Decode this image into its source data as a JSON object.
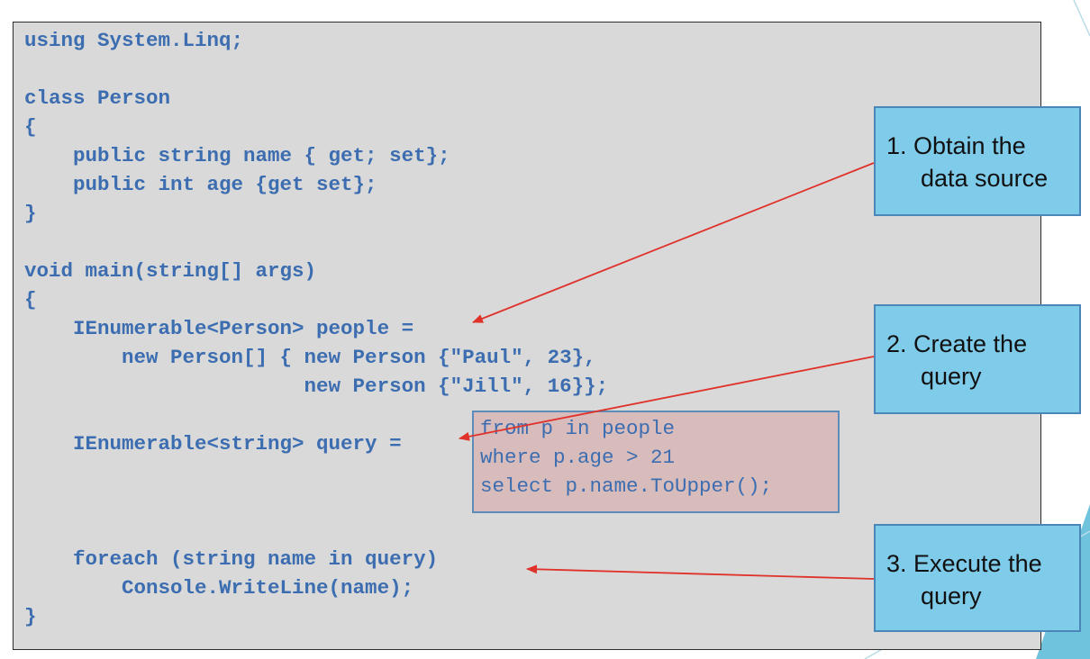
{
  "code": {
    "lines": [
      "using System.Linq;",
      "",
      "class Person",
      "{",
      "    public string name { get; set};",
      "    public int age {get set};",
      "}",
      "",
      "void main(string[] args)",
      "{",
      "    IEnumerable<Person> people =",
      "        new Person[] { new Person {\"Paul\", 23},",
      "                       new Person {\"Jill\", 16}};",
      "",
      "    IEnumerable<string> query =",
      "",
      "",
      "",
      "    foreach (string name in query)",
      "        Console.WriteLine(name);",
      "}"
    ]
  },
  "query_box": {
    "lines": [
      "from p in people",
      "where p.age > 21",
      "select p.name.ToUpper();"
    ]
  },
  "callouts": [
    {
      "line1": "1. Obtain the",
      "line2": "data source"
    },
    {
      "line1": "2. Create the",
      "line2": "query"
    },
    {
      "line1": "3. Execute the",
      "line2": "query"
    }
  ],
  "colors": {
    "code_text": "#3b6db0",
    "code_background": "#d9d9d9",
    "query_background": "#d8bcbc",
    "callout_background": "#7fcbea",
    "arrow": "#e0312b"
  }
}
